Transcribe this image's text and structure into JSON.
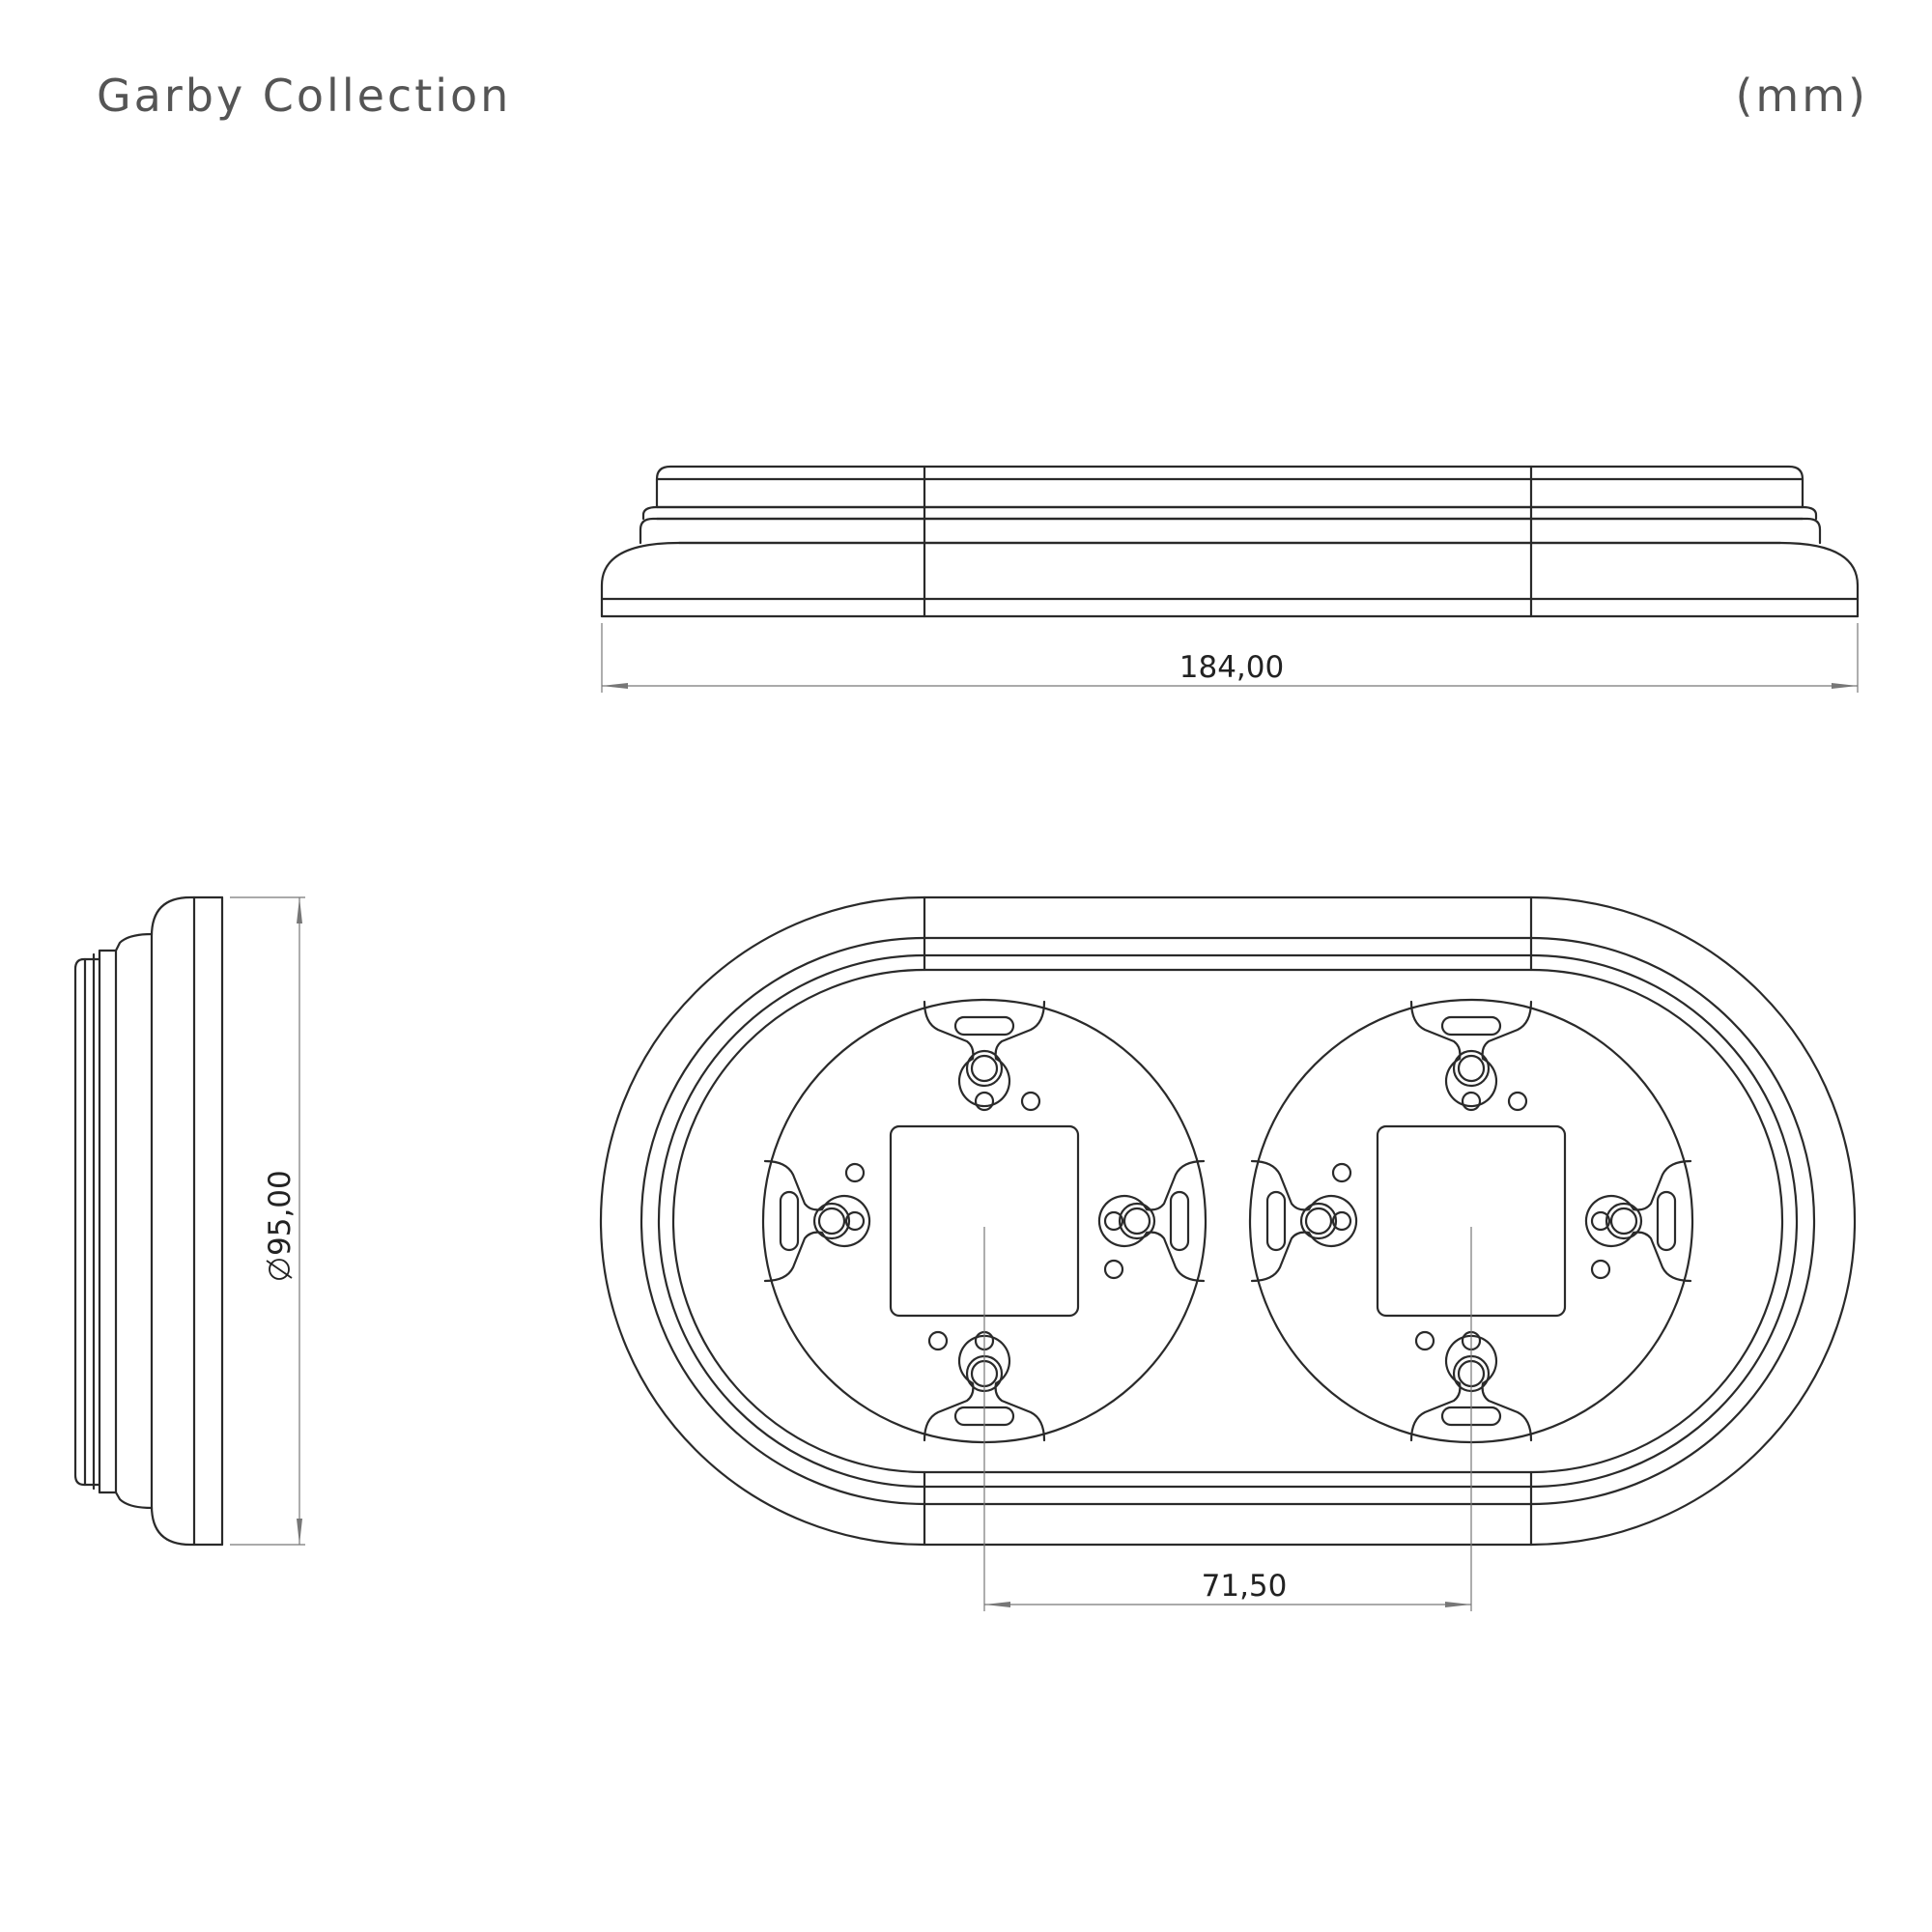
{
  "header": {
    "title": "Garby Collection",
    "units": "(mm)"
  },
  "dimensions": {
    "overall_length": "184,00",
    "diameter": "95,00",
    "center_distance": "71,50"
  },
  "colors": {
    "line": "#2a2a2a",
    "dimension_line": "#777777",
    "header_text": "#555555"
  }
}
